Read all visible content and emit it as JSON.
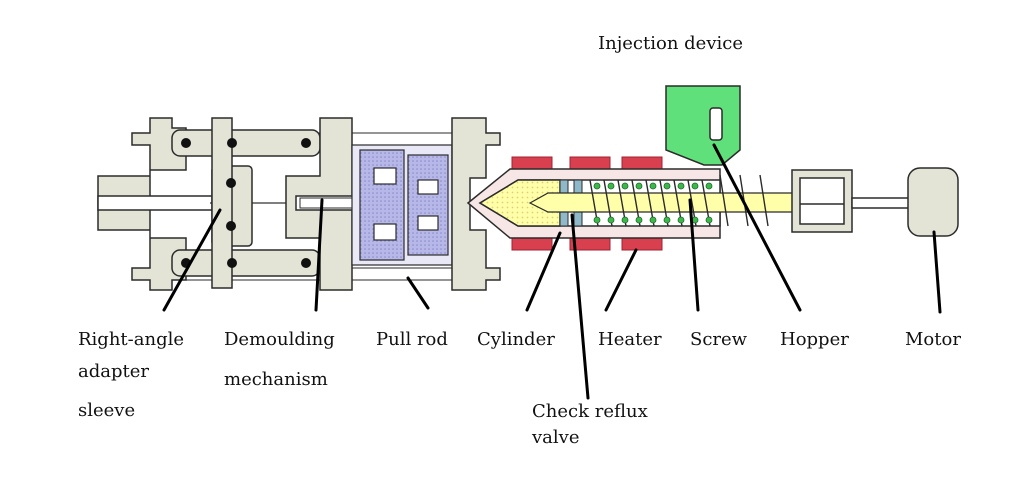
{
  "diagram": {
    "labels": {
      "injection_device": "Injection device",
      "right_angle_adapter_sleeve": [
        "Right-angle",
        "adapter",
        "sleeve"
      ],
      "demoulding_mechanism": [
        "Demoulding",
        "mechanism"
      ],
      "pull_rod": "Pull rod",
      "cylinder": "Cylinder",
      "heater": "Heater",
      "screw": "Screw",
      "hopper": "Hopper",
      "motor": "Motor",
      "check_reflux_valve": [
        "Check reflux",
        "valve"
      ]
    },
    "colors": {
      "frame_fill": "#e4e4d6",
      "frame_stroke": "#2b2b2b",
      "mold_fill": "#b3b3e6",
      "heater_fill": "#d9404f",
      "barrel_fill": "#f7e6e6",
      "screw_fill": "#ffffaa",
      "spring_fill": "#3cb84b",
      "hopper_fill": "#5fe07a",
      "nozzle_fill": "#ffffaa",
      "leader_line": "#000000"
    }
  }
}
